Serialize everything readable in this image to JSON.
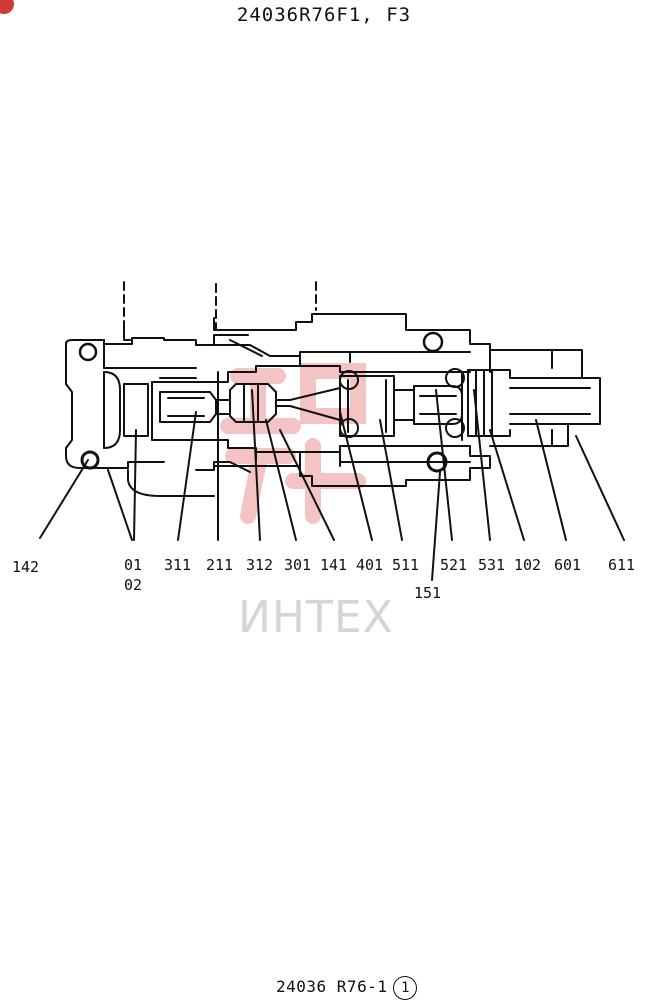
{
  "title": "24036R76F1, F3",
  "footer": {
    "code": "24036 R76-1",
    "sheet": "1"
  },
  "watermark": "ИНТЕХ",
  "colors": {
    "line": "#111111",
    "stamp": "#d83030",
    "watermark": "#d5d5d5",
    "corner": "#d23a3a"
  },
  "labels": [
    {
      "id": "l142",
      "text": "142"
    },
    {
      "id": "l01",
      "text": "01"
    },
    {
      "id": "l02",
      "text": "02"
    },
    {
      "id": "l311",
      "text": "311"
    },
    {
      "id": "l211",
      "text": "211"
    },
    {
      "id": "l312",
      "text": "312"
    },
    {
      "id": "l301",
      "text": "301"
    },
    {
      "id": "l141",
      "text": "141"
    },
    {
      "id": "l401",
      "text": "401"
    },
    {
      "id": "l511",
      "text": "511"
    },
    {
      "id": "l521",
      "text": "521"
    },
    {
      "id": "l531",
      "text": "531"
    },
    {
      "id": "l102",
      "text": "102"
    },
    {
      "id": "l601",
      "text": "601"
    },
    {
      "id": "l611",
      "text": "611"
    },
    {
      "id": "l151",
      "text": "151"
    }
  ]
}
